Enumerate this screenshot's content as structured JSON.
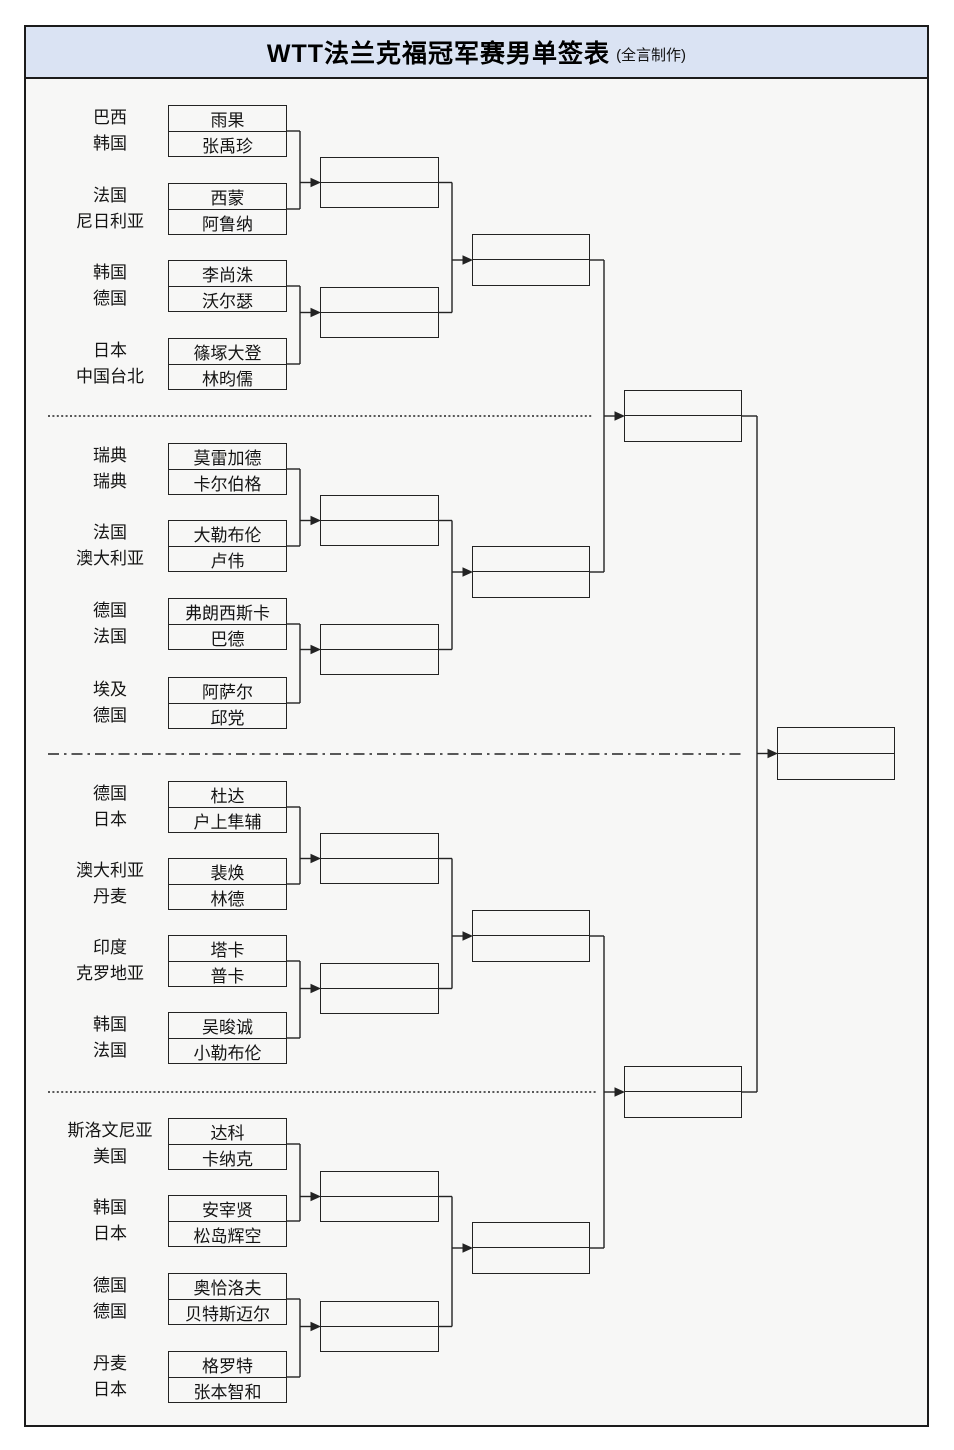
{
  "title": {
    "main": "WTT法兰克福冠军赛男单签表",
    "credit": "(全言制作)"
  },
  "bracket": {
    "pairs": [
      {
        "countries": [
          "巴西",
          "韩国"
        ],
        "players": [
          "雨果",
          "张禹珍"
        ]
      },
      {
        "countries": [
          "法国",
          "尼日利亚"
        ],
        "players": [
          "西蒙",
          "阿鲁纳"
        ]
      },
      {
        "countries": [
          "韩国",
          "德国"
        ],
        "players": [
          "李尚洙",
          "沃尔瑟"
        ]
      },
      {
        "countries": [
          "日本",
          "中国台北"
        ],
        "players": [
          "篠塚大登",
          "林昀儒"
        ]
      },
      {
        "countries": [
          "瑞典",
          "瑞典"
        ],
        "players": [
          "莫雷加德",
          "卡尔伯格"
        ]
      },
      {
        "countries": [
          "法国",
          "澳大利亚"
        ],
        "players": [
          "大勒布伦",
          "卢伟"
        ]
      },
      {
        "countries": [
          "德国",
          "法国"
        ],
        "players": [
          "弗朗西斯卡",
          "巴德"
        ]
      },
      {
        "countries": [
          "埃及",
          "德国"
        ],
        "players": [
          "阿萨尔",
          "邱党"
        ]
      },
      {
        "countries": [
          "德国",
          "日本"
        ],
        "players": [
          "杜达",
          "户上隼辅"
        ]
      },
      {
        "countries": [
          "澳大利亚",
          "丹麦"
        ],
        "players": [
          "裴焕",
          "林德"
        ]
      },
      {
        "countries": [
          "印度",
          "克罗地亚"
        ],
        "players": [
          "塔卡",
          "普卡"
        ]
      },
      {
        "countries": [
          "韩国",
          "法国"
        ],
        "players": [
          "吴晙诚",
          "小勒布伦"
        ]
      },
      {
        "countries": [
          "斯洛文尼亚",
          "美国"
        ],
        "players": [
          "达科",
          "卡纳克"
        ]
      },
      {
        "countries": [
          "韩国",
          "日本"
        ],
        "players": [
          "安宰贤",
          "松岛辉空"
        ]
      },
      {
        "countries": [
          "德国",
          "德国"
        ],
        "players": [
          "奥恰洛夫",
          "贝特斯迈尔"
        ]
      },
      {
        "countries": [
          "丹麦",
          "日本"
        ],
        "players": [
          "格罗特",
          "张本智和"
        ]
      }
    ]
  },
  "colors": {
    "title_bar_bg": "#dae3f3",
    "line": "#232323",
    "panel_bg": "#f7f7f6"
  }
}
